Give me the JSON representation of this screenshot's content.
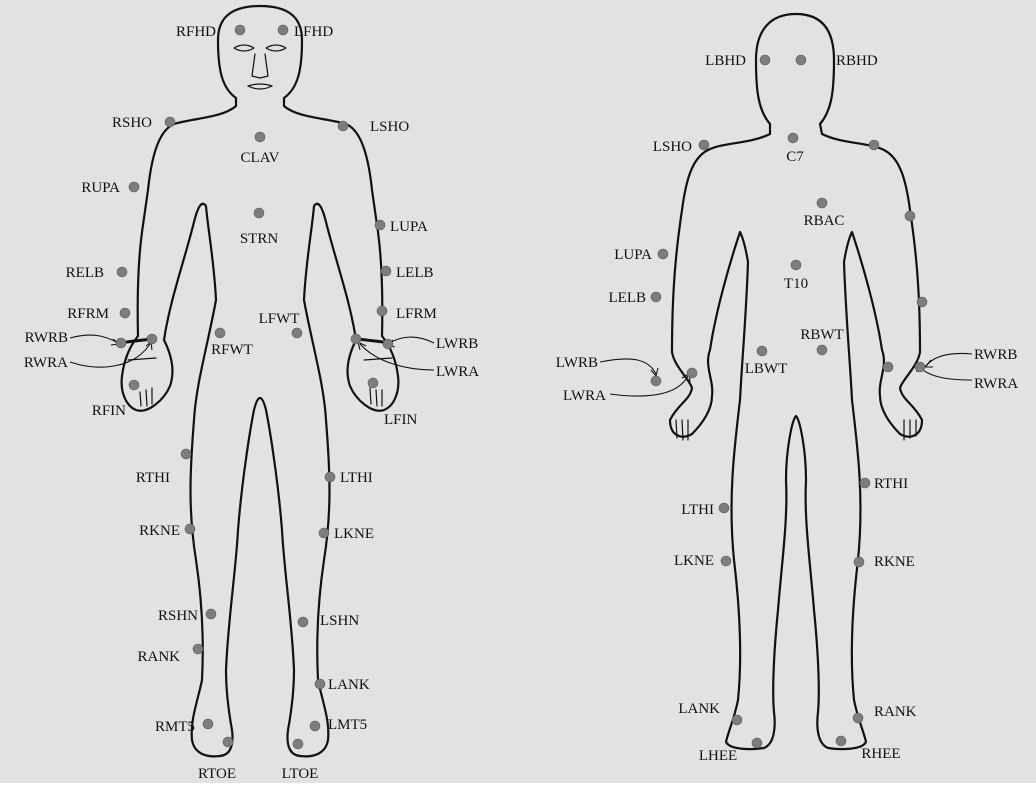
{
  "figure": {
    "colors": {
      "background": "#e2e2e2",
      "marker": "#7d7d7d",
      "outline": "#111111"
    },
    "front_view": {
      "markers": [
        {
          "id": "f-rfhd",
          "label": "RFHD"
        },
        {
          "id": "f-lfhd",
          "label": "LFHD"
        },
        {
          "id": "f-rsho",
          "label": "RSHO"
        },
        {
          "id": "f-lsho",
          "label": "LSHO"
        },
        {
          "id": "f-clav",
          "label": "CLAV"
        },
        {
          "id": "f-rupa",
          "label": "RUPA"
        },
        {
          "id": "f-strn",
          "label": "STRN"
        },
        {
          "id": "f-lupa",
          "label": "LUPA"
        },
        {
          "id": "f-relb",
          "label": "RELB"
        },
        {
          "id": "f-lelb",
          "label": "LELB"
        },
        {
          "id": "f-rfrm",
          "label": "RFRM"
        },
        {
          "id": "f-lfrm",
          "label": "LFRM"
        },
        {
          "id": "f-lfwt",
          "label": "LFWT"
        },
        {
          "id": "f-rfwt",
          "label": "RFWT"
        },
        {
          "id": "f-rwrb",
          "label": "RWRB"
        },
        {
          "id": "f-rwra",
          "label": "RWRA"
        },
        {
          "id": "f-lwrb",
          "label": "LWRB"
        },
        {
          "id": "f-lwra",
          "label": "LWRA"
        },
        {
          "id": "f-rfin",
          "label": "RFIN"
        },
        {
          "id": "f-lfin",
          "label": "LFIN"
        },
        {
          "id": "f-rthi",
          "label": "RTHI"
        },
        {
          "id": "f-lthi",
          "label": "LTHI"
        },
        {
          "id": "f-rkne",
          "label": "RKNE"
        },
        {
          "id": "f-lkne",
          "label": "LKNE"
        },
        {
          "id": "f-rshn",
          "label": "RSHN"
        },
        {
          "id": "f-lshn",
          "label": "LSHN"
        },
        {
          "id": "f-rank",
          "label": "RANK"
        },
        {
          "id": "f-lank",
          "label": "LANK"
        },
        {
          "id": "f-rmt5",
          "label": "RMT5"
        },
        {
          "id": "f-lmt5",
          "label": "LMT5"
        },
        {
          "id": "f-rtoe",
          "label": "RTOE"
        },
        {
          "id": "f-ltoe",
          "label": "LTOE"
        }
      ]
    },
    "back_view": {
      "markers": [
        {
          "id": "b-lbhd",
          "label": "LBHD"
        },
        {
          "id": "b-rbhd",
          "label": "RBHD"
        },
        {
          "id": "b-lsho",
          "label": "LSHO"
        },
        {
          "id": "b-c7",
          "label": "C7"
        },
        {
          "id": "b-rsho",
          "label": ""
        },
        {
          "id": "b-rbac",
          "label": "RBAC"
        },
        {
          "id": "b-rupa",
          "label": ""
        },
        {
          "id": "b-lupa",
          "label": "LUPA"
        },
        {
          "id": "b-t10",
          "label": "T10"
        },
        {
          "id": "b-lelb",
          "label": "LELB"
        },
        {
          "id": "b-relb",
          "label": ""
        },
        {
          "id": "b-rbwt",
          "label": "RBWT"
        },
        {
          "id": "b-lbwt",
          "label": "LBWT"
        },
        {
          "id": "b-lwrb",
          "label": "LWRB"
        },
        {
          "id": "b-lwra",
          "label": "LWRA"
        },
        {
          "id": "b-rwrb",
          "label": "RWRB"
        },
        {
          "id": "b-rwra",
          "label": "RWRA"
        },
        {
          "id": "b-rthi",
          "label": "RTHI"
        },
        {
          "id": "b-lthi",
          "label": "LTHI"
        },
        {
          "id": "b-lkne",
          "label": "LKNE"
        },
        {
          "id": "b-rkne",
          "label": "RKNE"
        },
        {
          "id": "b-lank",
          "label": "LANK"
        },
        {
          "id": "b-rank",
          "label": "RANK"
        },
        {
          "id": "b-lhee",
          "label": "LHEE"
        },
        {
          "id": "b-rhee",
          "label": "RHEE"
        }
      ]
    }
  }
}
